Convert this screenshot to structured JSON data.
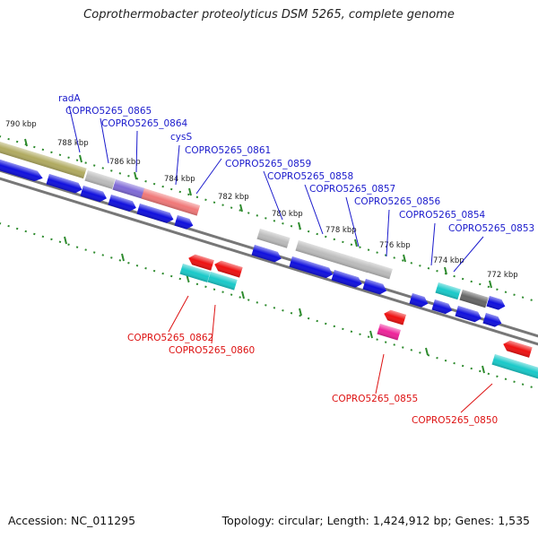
{
  "header": {
    "title": "Coprothermobacter proteolyticus DSM 5265, complete genome"
  },
  "footer": {
    "accession": "Accession: NC_011295",
    "summary": "Topology: circular; Length: 1,424,912 bp; Genes: 1,535"
  },
  "colors": {
    "backbone": "#777777",
    "tick": "#2e8b2e",
    "plus_label": "#1a1acc",
    "minus_label": "#dd1111",
    "cds_blue": "#1010dd",
    "gene_red": "#ee1111",
    "gene_cyan": "#19c9c9",
    "gene_pink": "#ee2299",
    "gene_olive": "#b0aa60",
    "gene_lightgray": "#bbbbbb",
    "gene_purple": "#7f6ad6",
    "gene_salmon": "#f07878",
    "gene_darkgray": "#666666"
  },
  "scale": {
    "ticks": [
      {
        "kbp": 790,
        "label": "790 kbp"
      },
      {
        "kbp": 788,
        "label": "788 kbp"
      },
      {
        "kbp": 786,
        "label": "786 kbp"
      },
      {
        "kbp": 784,
        "label": "784 kbp"
      },
      {
        "kbp": 782,
        "label": "782 kbp"
      },
      {
        "kbp": 780,
        "label": "780 kbp"
      },
      {
        "kbp": 778,
        "label": "778 kbp"
      },
      {
        "kbp": 776,
        "label": "776 kbp"
      },
      {
        "kbp": 774,
        "label": "774 kbp"
      },
      {
        "kbp": 772,
        "label": "772 kbp"
      }
    ]
  },
  "plus_labels": [
    "radA",
    "COPRO5265_0865",
    "COPRO5265_0864",
    "cysS",
    "COPRO5265_0861",
    "COPRO5265_0859",
    "COPRO5265_0858",
    "COPRO5265_0857",
    "COPRO5265_0856",
    "COPRO5265_0854",
    "COPRO5265_0853"
  ],
  "minus_labels": [
    "COPRO5265_0862",
    "COPRO5265_0860",
    "COPRO5265_0855",
    "COPRO5265_0850"
  ]
}
